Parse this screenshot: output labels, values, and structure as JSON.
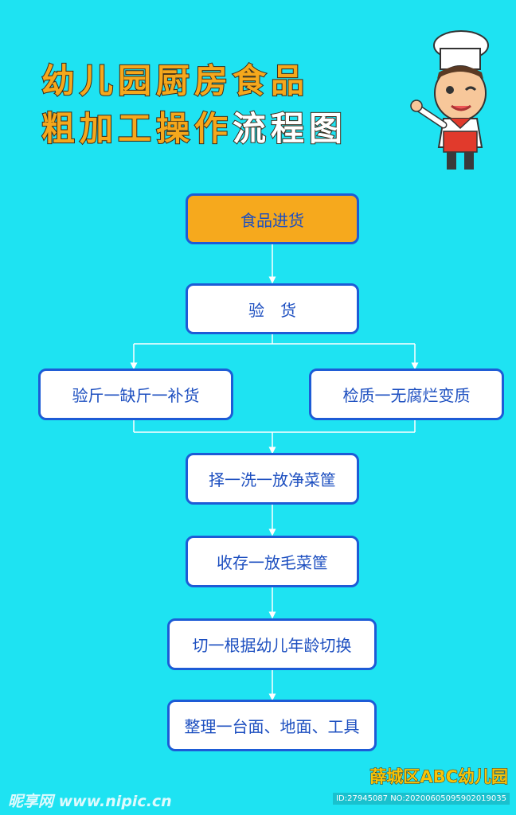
{
  "title": {
    "line1": "幼儿园厨房食品",
    "line2_main": "粗加工操作",
    "line2_accent": "流程图"
  },
  "flow": {
    "step1": "食品进货",
    "step2": "验　货",
    "branch_left": "验斤一缺斤一补货",
    "branch_right": "检质一无腐烂变质",
    "step3": "择一洗一放净菜筐",
    "step4": "收存一放毛菜筐",
    "step5": "切一根据幼儿年龄切换",
    "step6": "整理一台面、地面、工具"
  },
  "footer": {
    "school": "薛城区ABC幼儿园",
    "watermark_logo": "昵享网 www.nipic.cn",
    "watermark_id": "ID:27945087 NO:20200605095902019035"
  },
  "colors": {
    "background": "#1ee3f2",
    "box_border": "#1d5bd6",
    "box_text": "#1d4fc0",
    "highlight_box": "#f6a91d",
    "title": "#f5a81c"
  },
  "icons": {
    "mascot": "chef-mascot-icon"
  }
}
